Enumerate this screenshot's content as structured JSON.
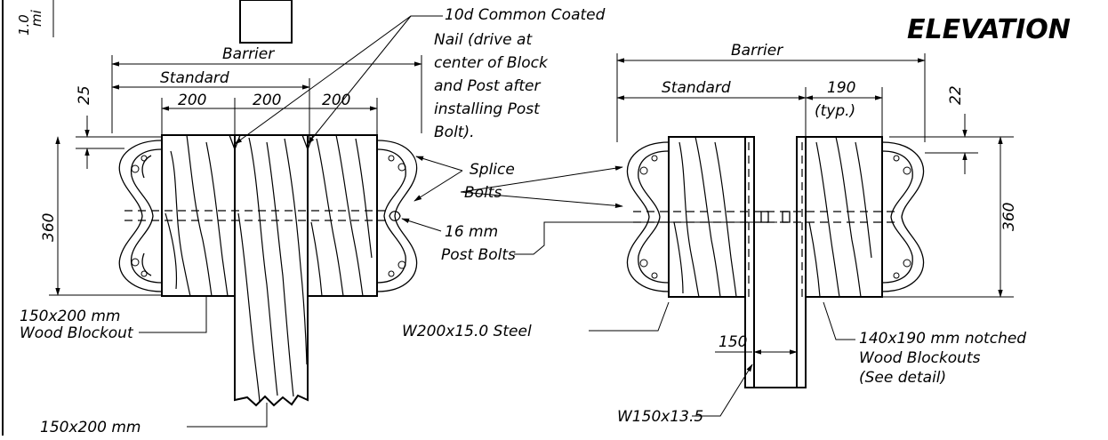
{
  "heading": "ELEVATION",
  "corner_text": "1.0\nmi",
  "left_detail": {
    "barrier_label": "Barrier",
    "standard_label": "Standard",
    "width_1": "200",
    "width_2": "200",
    "width_3": "200",
    "offset_top": "25",
    "height": "360",
    "blockout_label_1": "150x200 mm",
    "blockout_label_2": "Wood Blockout",
    "post_label": "150x200 mm"
  },
  "nail_note": [
    "10d Common Coated",
    "Nail (drive at",
    "center of Block",
    "and Post after",
    "installing Post",
    "Bolt)."
  ],
  "splice_label": [
    "Splice",
    "Bolts"
  ],
  "post_bolt_label": [
    "16 mm",
    "Post Bolts"
  ],
  "right_detail": {
    "barrier_label": "Barrier",
    "standard_label": "Standard",
    "width": "190",
    "typ": "(typ.)",
    "offset_top": "22",
    "height": "360",
    "steel_label": "W200x15.0 Steel",
    "flange_width": "150",
    "post_label": "W150x13.5",
    "blockout_label": [
      "140x190 mm notched",
      "Wood Blockouts",
      "(See detail)"
    ]
  }
}
